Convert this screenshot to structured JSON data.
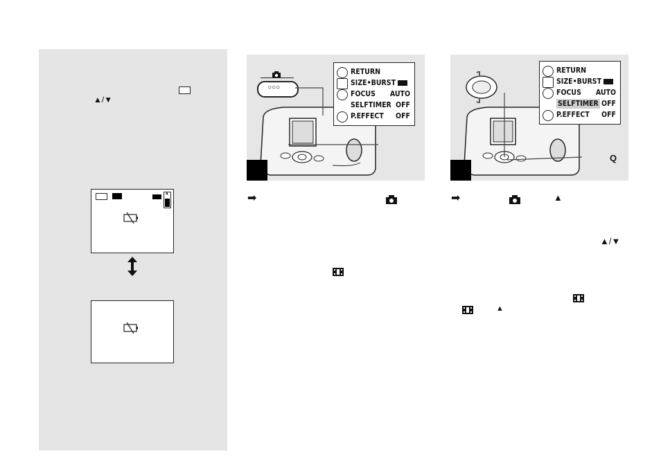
{
  "sidebar": {
    "arrows": "▲/▼",
    "lcd_top_indicator": "▲"
  },
  "step_left": {
    "menu": [
      {
        "icon": "camera-icon",
        "label": "RETURN",
        "value": ""
      },
      {
        "icon": "frame-icon",
        "label": "SIZE•BURST",
        "value": ""
      },
      {
        "icon": "toolbox-icon",
        "label": "FOCUS",
        "value": "AUTO"
      },
      {
        "icon": "toolbox-icon",
        "label": "SELFTIMER",
        "value": "OFF"
      },
      {
        "icon": "effect-icon",
        "label": "P.EFFECT",
        "value": "OFF"
      }
    ],
    "mode_dial": "○○○"
  },
  "step_right": {
    "menu": [
      {
        "icon": "camera-icon",
        "label": "RETURN",
        "value": ""
      },
      {
        "icon": "frame-icon",
        "label": "SIZE•BURST",
        "value": ""
      },
      {
        "icon": "toolbox-icon",
        "label": "FOCUS",
        "value": "AUTO"
      },
      {
        "icon": "toolbox-icon",
        "label": "SELFTIMER",
        "value": "OFF"
      },
      {
        "icon": "effect-icon",
        "label": "P.EFFECT",
        "value": "OFF"
      }
    ],
    "callout": "Q"
  },
  "text_left": {
    "arrow": "➡"
  },
  "text_right": {
    "arrow": "➡",
    "up": "▲",
    "updown": "▲/▼",
    "up2": "▲"
  }
}
